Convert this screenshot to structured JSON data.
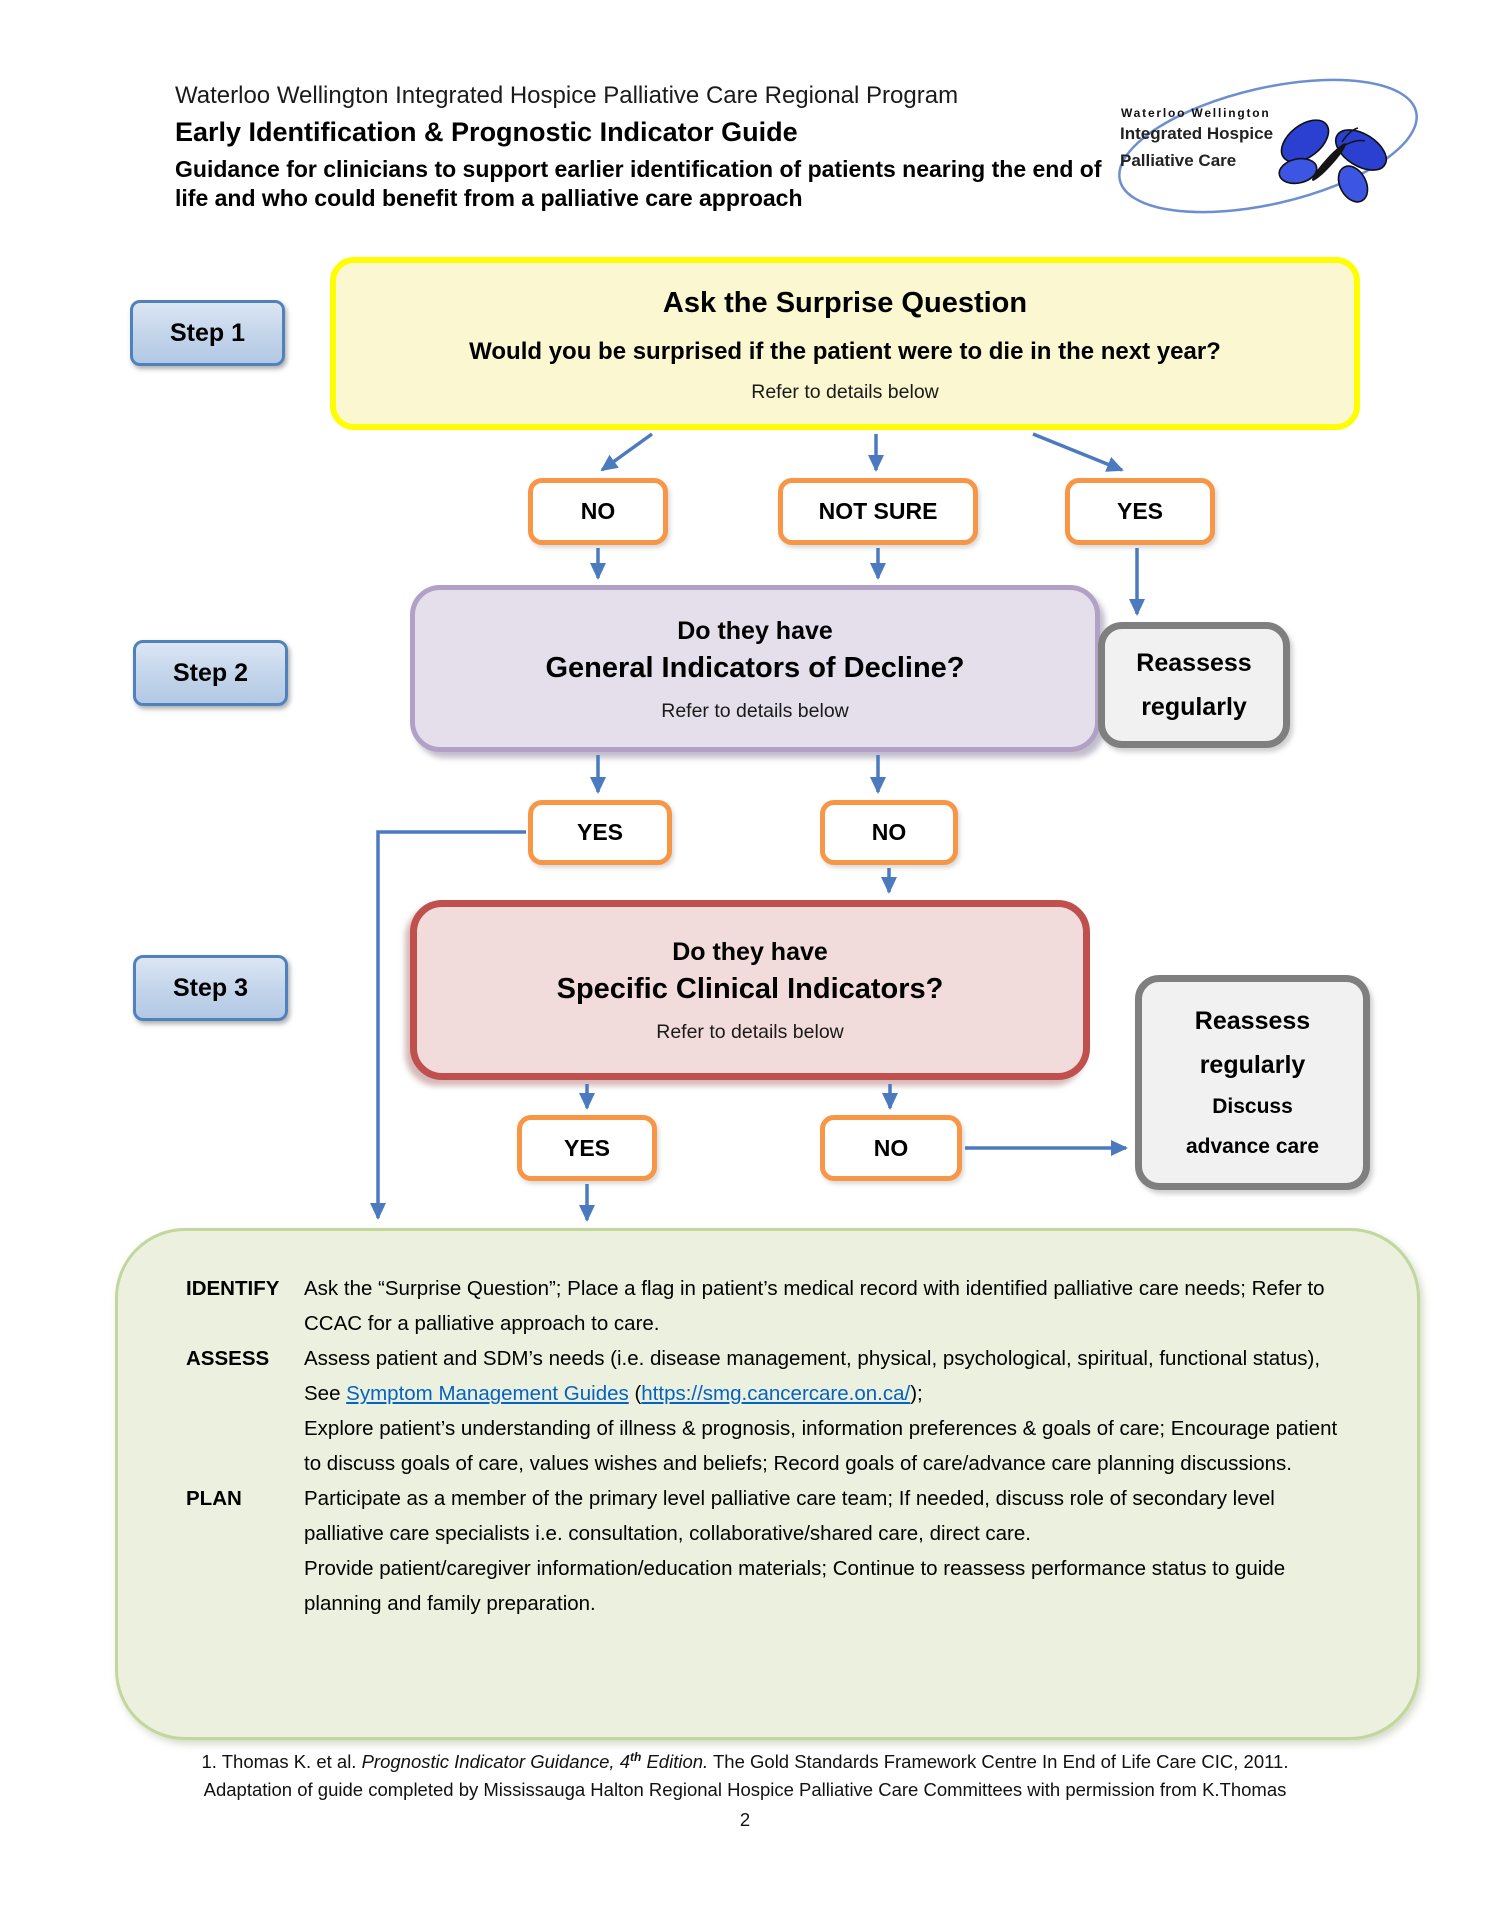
{
  "colors": {
    "arrow_blue": "#4b7bbe",
    "step_border": "#4f81bd",
    "yellow_border": "#fefe00",
    "yellow_fill": "#fbf7d0",
    "orange_border": "#f79646",
    "purple_border": "#b2a1c7",
    "purple_fill": "#e5dfec",
    "red_border": "#c0504d",
    "red_fill": "#f2dcdb",
    "gray_border": "#7f7f7f",
    "gray_fill": "#f1f1f1",
    "green_border": "#c3d69b",
    "green_fill": "#ebf1de",
    "link_blue": "#0462c1"
  },
  "header": {
    "program_line": "Waterloo Wellington Integrated Hospice Palliative Care Regional Program",
    "title": "Early Identification & Prognostic Indicator Guide",
    "subtitle": "Guidance for clinicians to support earlier identification of patients nearing the end of life and who could benefit from a palliative care approach"
  },
  "logo": {
    "line1": "Waterloo Wellington",
    "line2": "Integrated Hospice",
    "line3": "Palliative Care"
  },
  "badges": {
    "step1": "Step 1",
    "step2": "Step 2",
    "step3": "Step 3"
  },
  "flow": {
    "surprise_title": "Ask the Surprise Question",
    "surprise_question": "Would you be surprised if the patient were to die in the next year?",
    "refer_note": "Refer to details below",
    "no": "NO",
    "not_sure": "NOT SURE",
    "yes": "YES",
    "general_line1": "Do they have",
    "general_line2": "General Indicators of Decline?",
    "specific_line1": "Do they have",
    "specific_line2": "Specific Clinical Indicators?",
    "reassess_line1": "Reassess",
    "reassess_line2": "regularly",
    "reassess2_line3": "Discuss",
    "reassess2_line4": "advance care"
  },
  "action_panel": {
    "identify_label": "IDENTIFY",
    "identify_text": "Ask the “Surprise Question”; Place a flag in patient’s medical record with identified palliative care needs; Refer to CCAC for a palliative approach to care.",
    "assess_label": "ASSESS",
    "assess_part1": "Assess patient and SDM’s needs (i.e. disease management, physical, psychological, spiritual, functional status), See ",
    "assess_link1": "Symptom Management Guides",
    "assess_part2": " (",
    "assess_link2": "https://smg.cancercare.on.ca/",
    "assess_part3": ");",
    "assess_part4": "Explore patient’s understanding of illness & prognosis, information preferences & goals of care; Encourage patient to discuss goals of care, values wishes and beliefs; Record goals of care/advance care planning discussions.",
    "plan_label": "PLAN",
    "plan_part1": "Participate as a member of the primary level palliative care team; If needed, discuss role of secondary level palliative care specialists i.e. consultation, collaborative/shared care, direct care.",
    "plan_part2": "Provide patient/caregiver information/education materials; Continue to reassess performance status to guide planning and family preparation."
  },
  "footer": {
    "citation_prefix": "1.  Thomas K. et al. ",
    "citation_italic1": "Prognostic Indicator Guidance, 4",
    "citation_sup": "th",
    "citation_italic2": " Edition.",
    "citation_rest": " The Gold Standards Framework Centre In End of Life Care CIC, 2011.",
    "citation_line2": "Adaptation of guide completed by Mississauga Halton Regional Hospice Palliative Care Committees with permission from K.Thomas",
    "page_number": "2"
  }
}
